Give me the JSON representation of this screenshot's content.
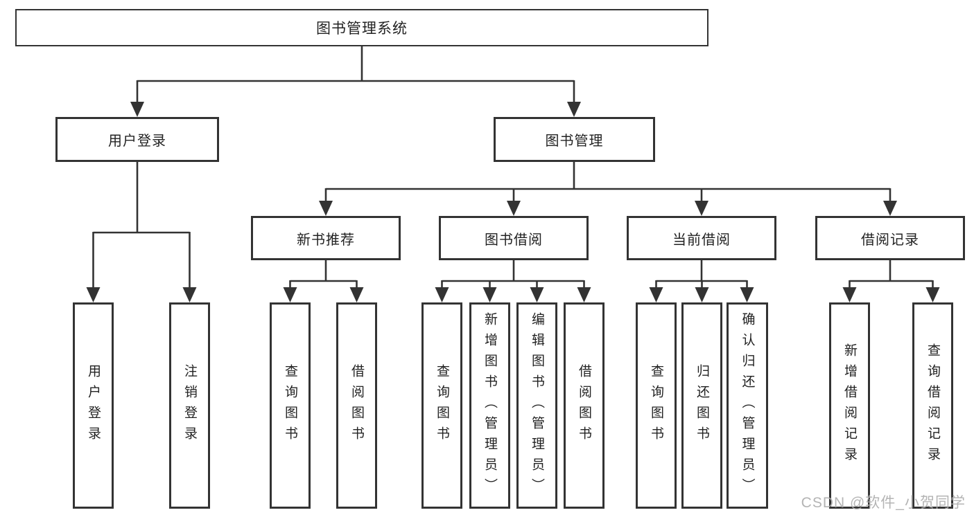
{
  "tree": {
    "root": {
      "label": "图书管理系统"
    },
    "children": [
      {
        "label": "用户登录",
        "children": [
          {
            "label": "用户登录"
          },
          {
            "label": "注销登录"
          }
        ]
      },
      {
        "label": "图书管理",
        "children": [
          {
            "label": "新书推荐",
            "children": [
              {
                "label": "查询图书"
              },
              {
                "label": "借阅图书"
              }
            ]
          },
          {
            "label": "图书借阅",
            "children": [
              {
                "label": "查询图书"
              },
              {
                "label": "新增图书（管理员）"
              },
              {
                "label": "编辑图书（管理员）"
              },
              {
                "label": "借阅图书"
              }
            ]
          },
          {
            "label": "当前借阅",
            "children": [
              {
                "label": "查询图书"
              },
              {
                "label": "归还图书"
              },
              {
                "label": "确认归还（管理员）"
              }
            ]
          },
          {
            "label": "借阅记录",
            "children": [
              {
                "label": "新增借阅记录"
              },
              {
                "label": "查询借阅记录"
              }
            ]
          }
        ]
      }
    ]
  },
  "watermark": "CSDN @软件_小贺同学",
  "style": {
    "line_color": "#333333",
    "box_background": "#ffffff",
    "watermark_color": "#aeaeae"
  }
}
